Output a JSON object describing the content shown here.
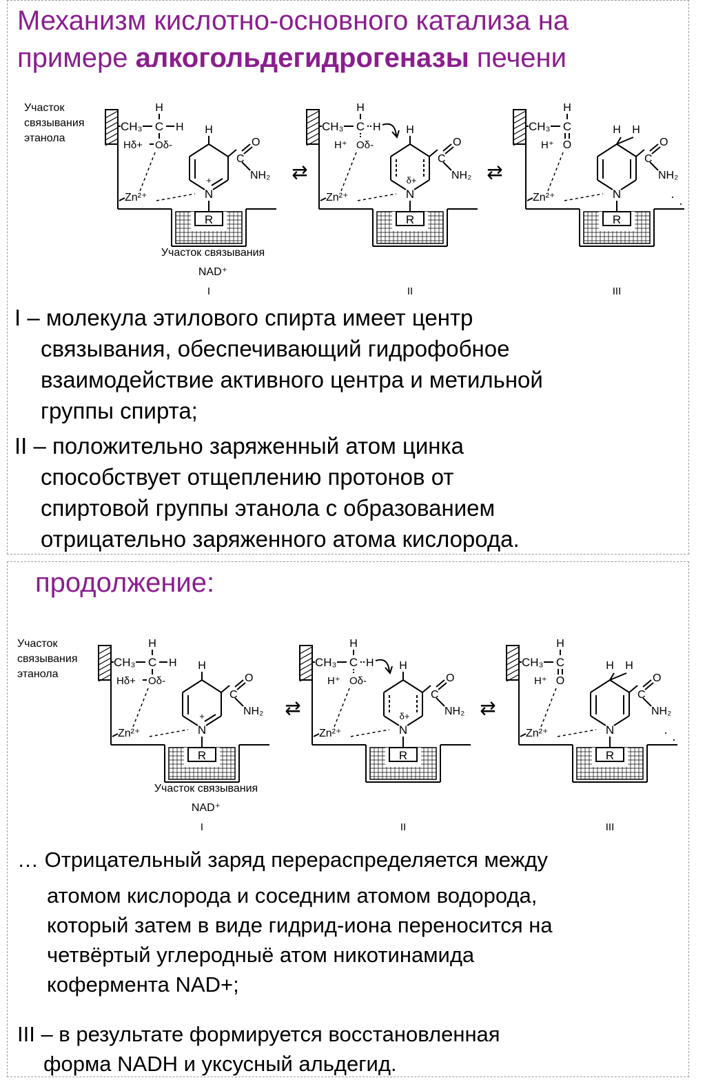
{
  "slide1": {
    "title_line1": "Механизм кислотно-основного катализа на",
    "title_line2_pre": "примере ",
    "title_line2_bold": "алкогольдегидрогеназы",
    "title_line2_post": " печени",
    "item1": [
      "I – молекула этилового спирта имеет центр",
      "связывания, обеспечивающий гидрофобное",
      "взаимодействие активного центра и метильной",
      "группы спирта;"
    ],
    "item2": [
      "II – положительно заряженный атом цинка",
      "способствует отщеплению протонов от",
      "спиртовой группы этанола с образованием",
      "отрицательно заряженного атома кислорода."
    ]
  },
  "slide2": {
    "heading": "продолжение:",
    "item3": [
      "… Отрицательный заряд перераспределяется между",
      "атомом кислорода и соседним атомом водорода,",
      "который затем в виде гидрид-иона переносится на",
      "четвёртый углеродныё атом никотинамида",
      "кофермента NAD+;"
    ],
    "item4_line1": "III –  в  результате  формируется  восстановленная",
    "item4_line2": "форма NADH и уксусный альдегид."
  },
  "figure": {
    "ethanol_site_label": [
      "Участок",
      "связывания",
      "этанола"
    ],
    "nad_site_label": "Участок связывания",
    "nad_label": "NAD⁺",
    "stage_labels": [
      "I",
      "II",
      "III"
    ],
    "atoms": {
      "ch3": "CH₃",
      "c": "C",
      "h": "H",
      "h_delta_plus": "Hδ+",
      "h_plus": "H⁺",
      "o_delta_minus": "Oδ-",
      "o": "O",
      "nh2": "NH₂",
      "n": "N",
      "r": "R",
      "zn": "Zn²⁺",
      "delta_plus": "δ+",
      "plus": "+"
    },
    "equilibrium_arrow": "⇄"
  }
}
